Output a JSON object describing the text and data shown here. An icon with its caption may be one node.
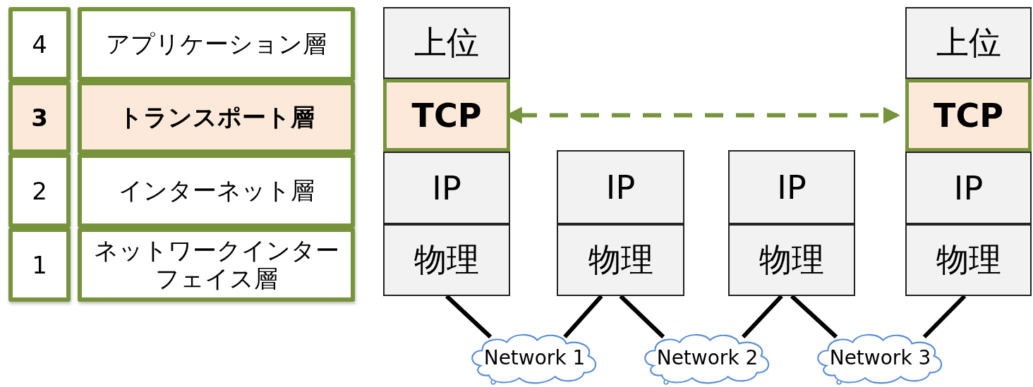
{
  "diagram": {
    "nodes": [
      {
        "text": [
          "4"
        ]
      },
      {
        "text": [
          "3"
        ]
      },
      {
        "text": [
          "2"
        ]
      },
      {
        "text": [
          "1"
        ]
      },
      {
        "text": [
          "アプリケーション層"
        ]
      },
      {
        "text": [
          "トランスポート層"
        ]
      },
      {
        "text": [
          "インターネット層"
        ]
      },
      {
        "text": [
          "ネットワークインターフェイス層"
        ]
      },
      {
        "text": [
          "上位"
        ]
      },
      {
        "text": [
          "TCP"
        ]
      },
      {
        "text": [
          "IP"
        ]
      },
      {
        "text": [
          "物理"
        ]
      },
      {
        "text": [
          "IP"
        ]
      },
      {
        "text": [
          "物理"
        ]
      },
      {
        "text": [
          "IP"
        ]
      },
      {
        "text": [
          "物理"
        ]
      },
      {
        "text": [
          "上位"
        ]
      },
      {
        "text": [
          "TCP"
        ]
      },
      {
        "text": [
          "IP"
        ]
      },
      {
        "text": [
          "物理"
        ]
      },
      {
        "text": [
          "Network 1"
        ]
      },
      {
        "text": [
          "Network 2"
        ]
      },
      {
        "text": [
          "Network 3"
        ]
      }
    ],
    "edges": [
      {
        "from": 9,
        "to": 17,
        "arrow": "both",
        "style": "dashed",
        "color": "#77933c"
      },
      {
        "from": 11,
        "to": 20,
        "arrow": "none"
      },
      {
        "from": 13,
        "to": 20,
        "arrow": "none"
      },
      {
        "from": 13,
        "to": 21,
        "arrow": "none"
      },
      {
        "from": 15,
        "to": 21,
        "arrow": "none"
      },
      {
        "from": 15,
        "to": 22,
        "arrow": "none"
      },
      {
        "from": 19,
        "to": 22,
        "arrow": "none"
      }
    ]
  }
}
